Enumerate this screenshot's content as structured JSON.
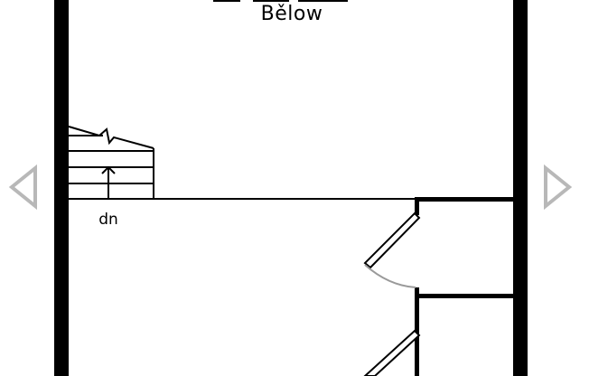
{
  "plan": {
    "title": "Bělow",
    "stair_label": "dn"
  },
  "nav": {
    "prev_icon": "triangle-left-outline",
    "next_icon": "triangle-right-outline",
    "icon_color": "#b8b8b8"
  },
  "colors": {
    "wall": "#000000",
    "swing_arc": "#9a9a9a",
    "background": "#ffffff"
  }
}
